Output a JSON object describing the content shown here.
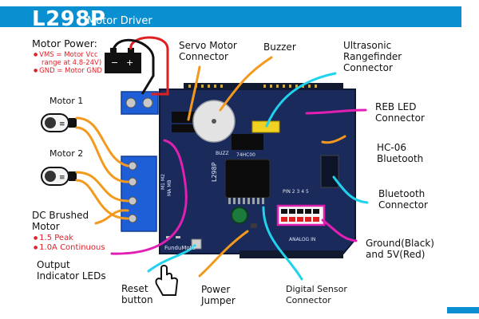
{
  "header": {
    "title": "L298P",
    "subtitle": "Motor Driver",
    "accent_color": "#0a8fd0"
  },
  "motor_power": {
    "title": "Motor Power:",
    "notes": [
      "VMS = Motor Vcc",
      "range at 4.8-24V)",
      "GND = Motor GND"
    ]
  },
  "motors": {
    "motor1": "Motor 1",
    "motor2": "Motor 2",
    "dc_title_line1": "DC Brushed",
    "dc_title_line2": "Motor",
    "specs": [
      "1.5 Peak",
      "1.0A Continuous"
    ]
  },
  "labels": {
    "output_leds_line1": "Output",
    "output_leds_line2": "Indicator LEDs",
    "reset_line1": "Reset",
    "reset_line2": "button",
    "power_jumper_line1": "Power",
    "power_jumper_line2": "Jumper",
    "digital_sensor_line1": "Digital Sensor",
    "digital_sensor_line2": "Connector",
    "servo_line1": "Servo Motor",
    "servo_line2": "Connector",
    "buzzer": "Buzzer",
    "ultrasonic_line1": "Ultrasonic",
    "ultrasonic_line2": "Rangefinder",
    "ultrasonic_line3": "Connector",
    "rgb_led_line1": "REB LED",
    "rgb_led_line2": "Connector",
    "hc06_line1": "HC-06",
    "hc06_line2": "Bluetooth",
    "bt_conn_line1": "Bluetooth",
    "bt_conn_line2": "Connector",
    "ground_line1": "Ground(Black)",
    "ground_line2": "and 5V(Red)"
  },
  "board": {
    "silkscreen": [
      "L298P",
      "BUZZ",
      "74HC00",
      "PIN 2 3 4 5",
      "ANALOG IN",
      "FunduMoto",
      "MA  MB",
      "M1    M2"
    ]
  },
  "colors": {
    "orange": "#f39a1e",
    "cyan": "#1fd3ee",
    "magenta": "#e11fb2",
    "board": "#1a2a5a",
    "terminal": "#1e5fd8",
    "wire_red": "#e02020",
    "wire_black": "#111111"
  },
  "icons": [
    "battery-icon",
    "dc-motor-icon",
    "hand-pointer-icon"
  ]
}
